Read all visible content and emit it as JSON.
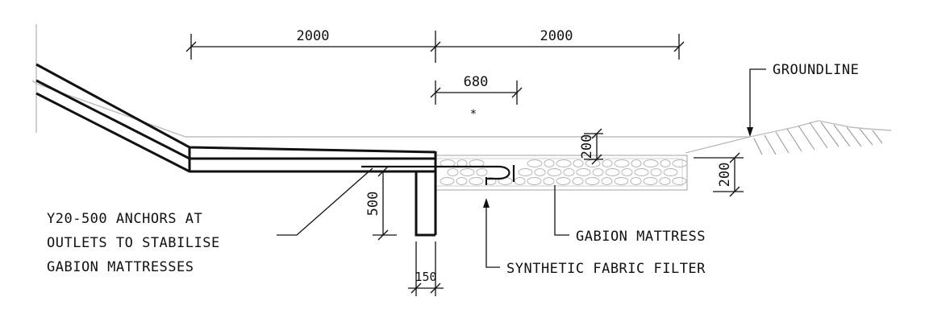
{
  "dimensions": {
    "top_left_span": "2000",
    "top_right_span": "2000",
    "anchor_offset": "680",
    "mattress_depth_left": "200",
    "mattress_depth_right": "200",
    "anchor_length": "500",
    "wall_thickness": "150"
  },
  "labels": {
    "groundline": "GROUNDLINE",
    "anchors": [
      "Y20-500 ANCHORS AT",
      "OUTLETS TO STABILISE",
      "GABION MATTRESSES"
    ],
    "gabion_mattress": "GABION MATTRESS",
    "fabric_filter": "SYNTHETIC FABRIC FILTER",
    "star_mark": "*"
  },
  "colors": {
    "ink": "#111111",
    "ground": "#bdbdbd",
    "hatch": "#9a9a9a"
  }
}
